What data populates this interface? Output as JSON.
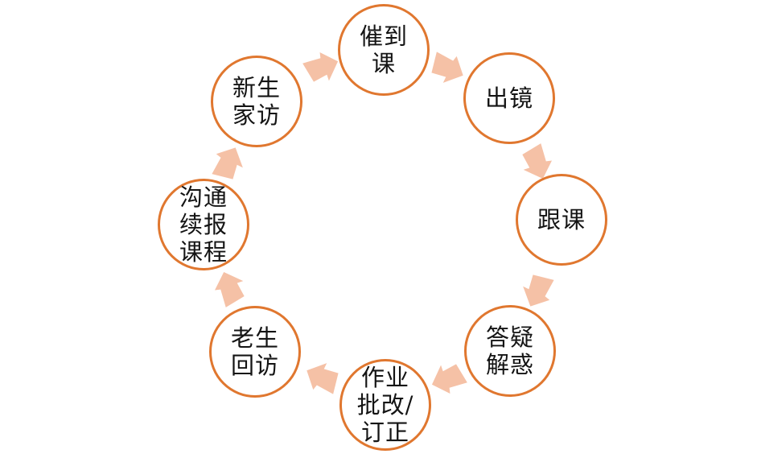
{
  "diagram": {
    "type": "cycle",
    "direction": "clockwise",
    "colors": {
      "circle_stroke": "#E0772F",
      "arrow_fill": "#F5C1A6",
      "text": "#141414",
      "background": "#FFFFFF"
    },
    "nodes": [
      {
        "id": "cui-dao-ke",
        "label": "催到课",
        "lines": [
          "催到",
          "课"
        ]
      },
      {
        "id": "chu-jing",
        "label": "出镜",
        "lines": [
          "出镜"
        ]
      },
      {
        "id": "gen-ke",
        "label": "跟课",
        "lines": [
          "跟课"
        ]
      },
      {
        "id": "da-yi-jie-huo",
        "label": "答疑解惑",
        "lines": [
          "答疑",
          "解惑"
        ]
      },
      {
        "id": "zuo-ye-pi-gai-ding-zheng",
        "label": "作业批改/订正",
        "lines": [
          "作业",
          "批改/",
          "订正"
        ]
      },
      {
        "id": "lao-sheng-hui-fang",
        "label": "老生回访",
        "lines": [
          "老生",
          "回访"
        ]
      },
      {
        "id": "gou-tong-xu-bao-ke-cheng",
        "label": "沟通续报课程",
        "lines": [
          "沟通",
          "续报",
          "课程"
        ]
      },
      {
        "id": "xin-sheng-jia-fang",
        "label": "新生家访",
        "lines": [
          "新生",
          "家访"
        ]
      }
    ],
    "flow": [
      {
        "from": "催到课",
        "to": "出镜"
      },
      {
        "from": "出镜",
        "to": "跟课"
      },
      {
        "from": "跟课",
        "to": "答疑解惑"
      },
      {
        "from": "答疑解惑",
        "to": "作业批改/订正"
      },
      {
        "from": "作业批改/订正",
        "to": "老生回访"
      },
      {
        "from": "老生回访",
        "to": "沟通续报课程"
      },
      {
        "from": "沟通续报课程",
        "to": "新生家访"
      },
      {
        "from": "新生家访",
        "to": "催到课"
      }
    ]
  }
}
